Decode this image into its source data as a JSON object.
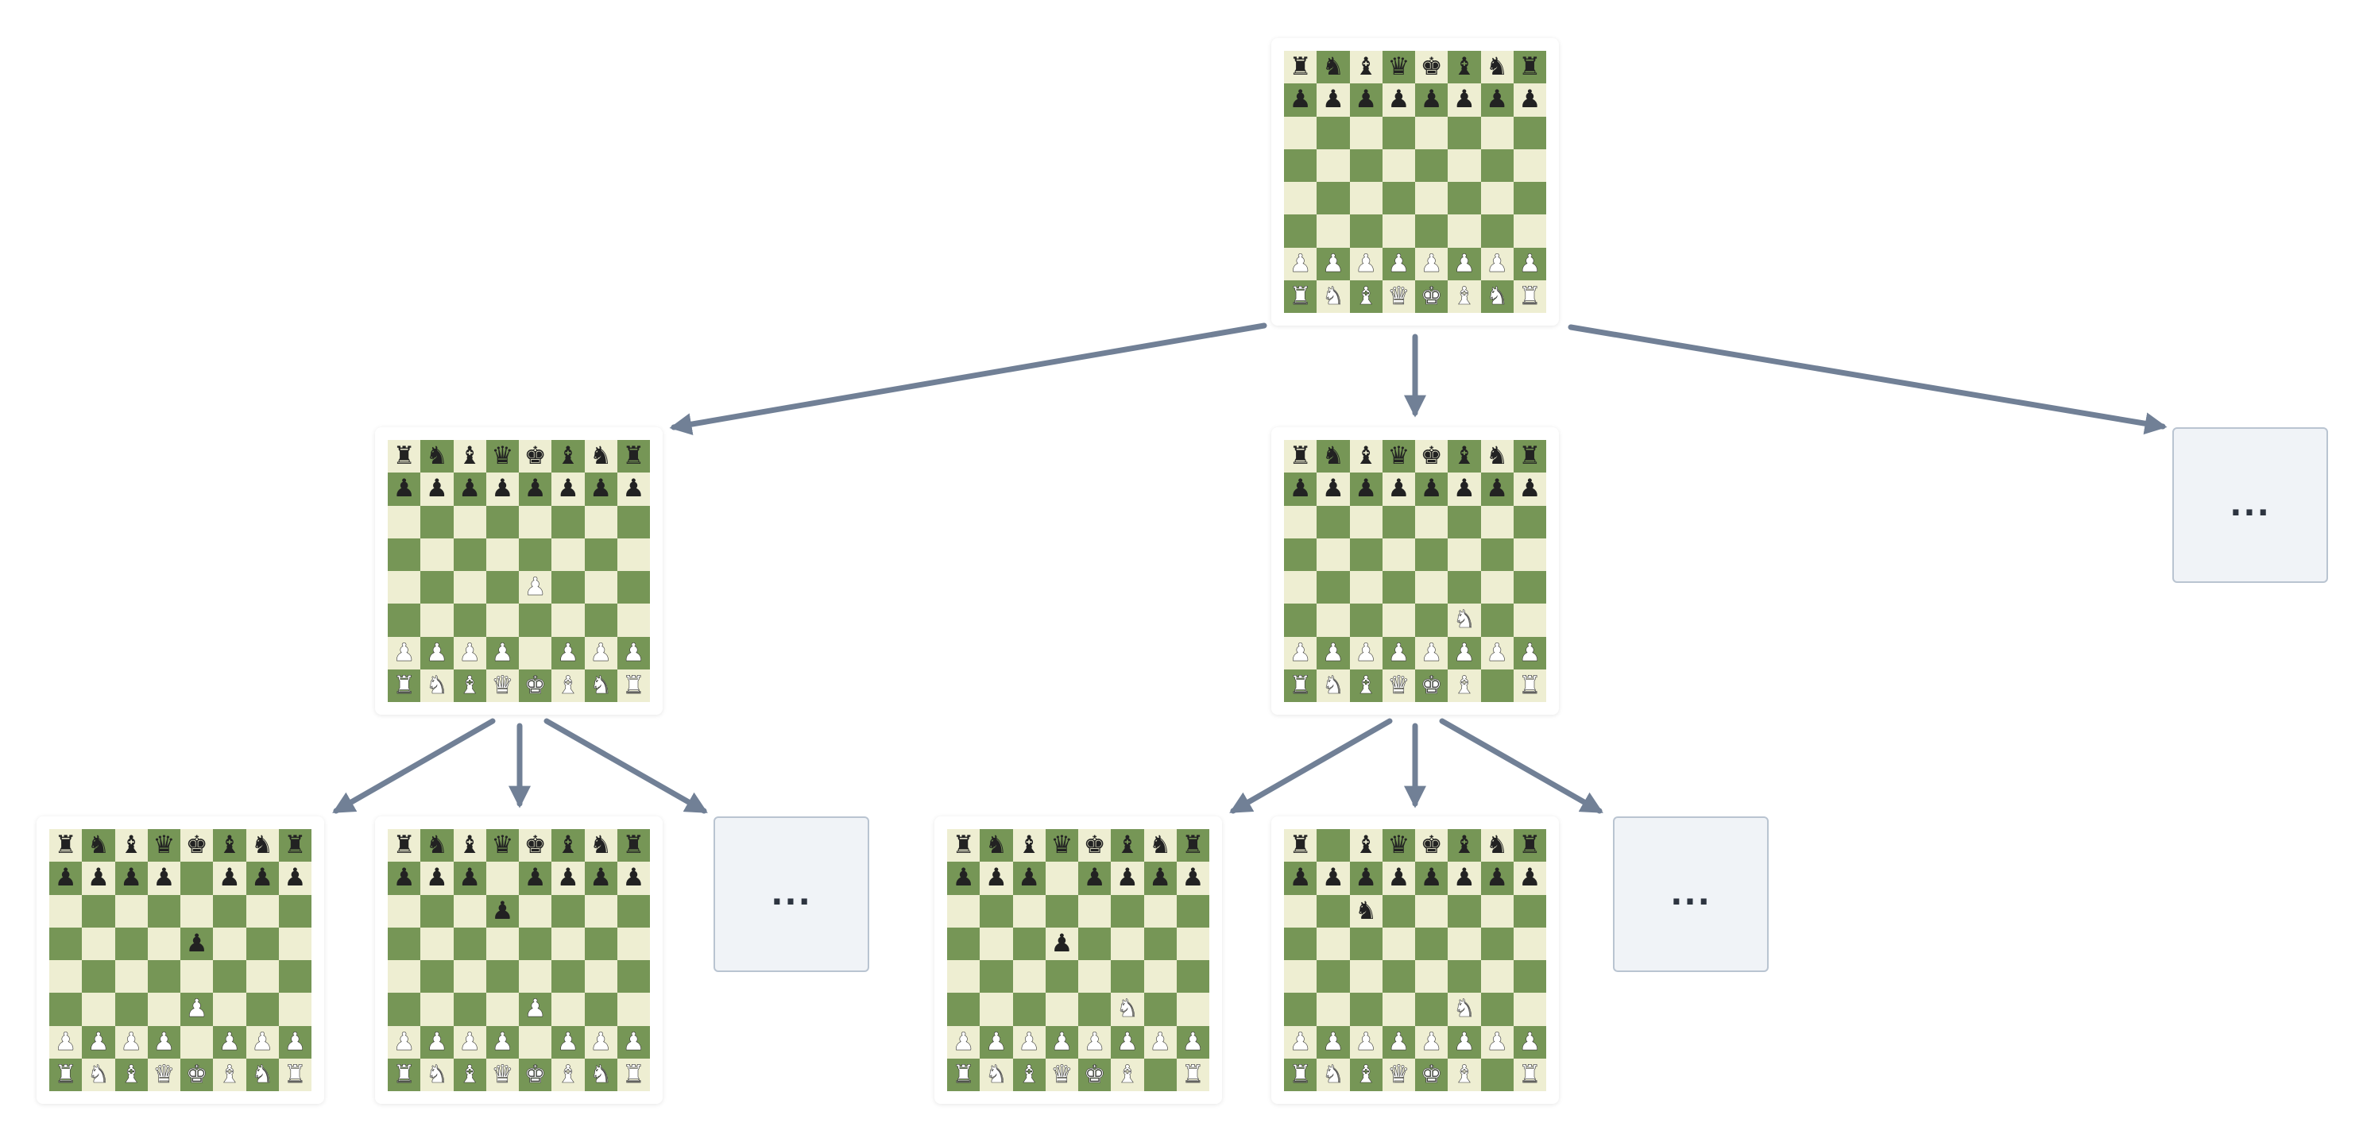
{
  "colors": {
    "light_square": "#eeeed2",
    "dark_square": "#769656",
    "arrow": "#718096",
    "placeholder_bg": "#f0f3f7",
    "placeholder_border": "#b9c4d1"
  },
  "nodes": [
    {
      "id": "root",
      "fen": "rnbqkbnr/pppppppp/8/8/8/8/PPPPPPPP/RNBQKBNR"
    },
    {
      "id": "e4",
      "fen": "rnbqkbnr/pppppppp/8/8/4P3/8/PPPP1PPP/RNBQKBNR"
    },
    {
      "id": "nf3",
      "fen": "rnbqkbnr/pppppppp/8/8/8/5N2/PPPPPPPP/RNBQKB1R"
    },
    {
      "id": "more-1",
      "label": "..."
    },
    {
      "id": "e4-e5",
      "fen": "rnbqkbnr/pppp1ppp/8/4p3/8/4P3/PPPP1PPP/RNBQKBNR"
    },
    {
      "id": "e4-d6",
      "fen": "rnbqkbnr/ppp1pppp/3p4/8/8/4P3/PPPP1PPP/RNBQKBNR"
    },
    {
      "id": "more-2",
      "label": "..."
    },
    {
      "id": "nf3-d5",
      "fen": "rnbqkbnr/ppp1pppp/8/3p4/8/5N2/PPPPPPPP/RNBQKB1R"
    },
    {
      "id": "nf3-nc6",
      "fen": "r1bqkbnr/pppppppp/2n5/8/8/5N2/PPPPPPPP/RNBQKB1R"
    },
    {
      "id": "more-3",
      "label": "..."
    }
  ],
  "edges": [
    [
      "root",
      "e4"
    ],
    [
      "root",
      "nf3"
    ],
    [
      "root",
      "more-1"
    ],
    [
      "e4",
      "e4-e5"
    ],
    [
      "e4",
      "e4-d6"
    ],
    [
      "e4",
      "more-2"
    ],
    [
      "nf3",
      "nf3-d5"
    ],
    [
      "nf3",
      "nf3-nc6"
    ],
    [
      "nf3",
      "more-3"
    ]
  ]
}
